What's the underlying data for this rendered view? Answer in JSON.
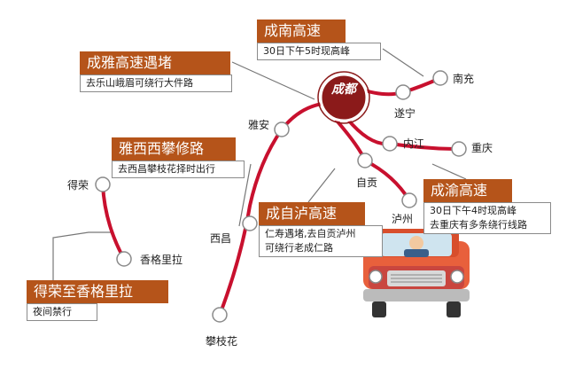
{
  "hub": {
    "name": "成都"
  },
  "cities": {
    "nanchong": "南充",
    "suining": "遂宁",
    "neijiang": "内江",
    "chongqing": "重庆",
    "zigong": "自贡",
    "luzhou": "泸州",
    "yaan": "雅安",
    "xichang": "西昌",
    "panzhihua": "攀枝花",
    "derong": "得荣",
    "xianggelila": "香格里拉"
  },
  "callouts": {
    "chengnan": {
      "title": "成南高速",
      "lines": [
        "30日下午5时现高峰"
      ]
    },
    "chengya": {
      "title": "成雅高速遇堵",
      "lines": [
        "去乐山峨眉可绕行大件路"
      ]
    },
    "yaxipan": {
      "title": "雅西西攀修路",
      "lines": [
        "去西昌攀枝花择时出行"
      ]
    },
    "chengzilu": {
      "title": "成自泸高速",
      "lines": [
        "仁寿遇堵,去自贡泸州",
        "可绕行老成仁路"
      ]
    },
    "chengyu": {
      "title": "成渝高速",
      "lines": [
        "30日下午4时现高峰",
        "去重庆有多条绕行线路"
      ]
    },
    "derongxiang": {
      "title": "得荣至香格里拉",
      "lines": [
        "夜间禁行"
      ]
    }
  },
  "colors": {
    "road": "#c8102e",
    "hub": "#8b1a1a",
    "callout_head": "#b5541a",
    "car_body": "#e8603c",
    "leader": "#666666"
  }
}
